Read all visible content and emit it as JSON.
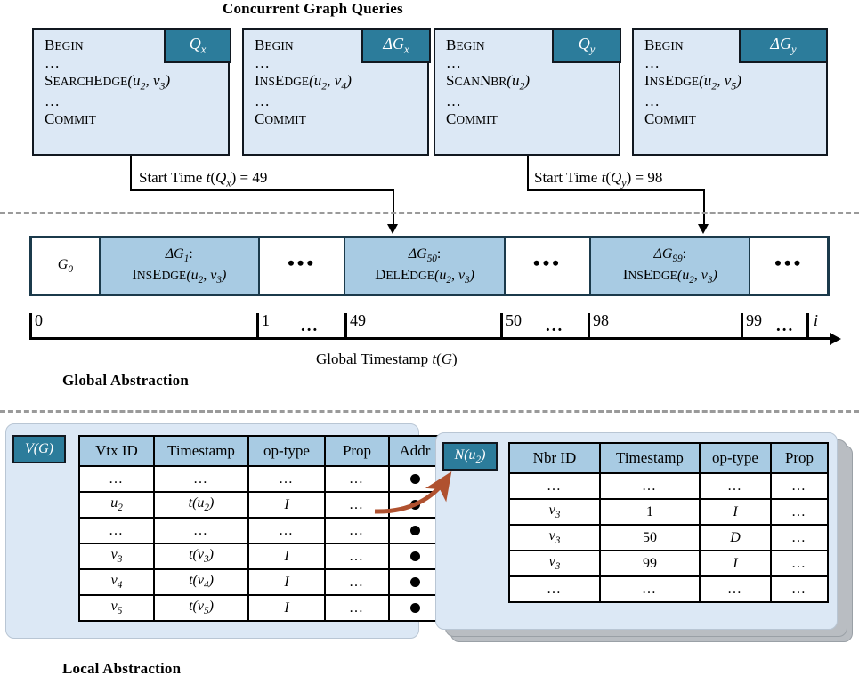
{
  "titles": {
    "top": "Concurrent Graph Queries",
    "global": "Global Abstraction",
    "local": "Local Abstraction"
  },
  "queries": [
    {
      "tag": "Q",
      "tag_sub": "x",
      "begin": "BEGIN",
      "dots1": "…",
      "op_caps": "S",
      "op_rest": "EARCH",
      "op_caps2": "E",
      "op_rest2": "DGE",
      "op_args": "(u2, v3)",
      "dots2": "…",
      "commit": "COMMIT"
    },
    {
      "tag": "ΔG",
      "tag_sub": "x",
      "begin": "BEGIN",
      "dots1": "…",
      "op_caps": "I",
      "op_rest": "NS",
      "op_caps2": "E",
      "op_rest2": "DGE",
      "op_args": "(u2, v4)",
      "dots2": "…",
      "commit": "COMMIT"
    },
    {
      "tag": "Q",
      "tag_sub": "y",
      "begin": "BEGIN",
      "dots1": "…",
      "op_caps": "S",
      "op_rest": "CAN",
      "op_caps2": "N",
      "op_rest2": "BR",
      "op_args": "(u2)",
      "dots2": "…",
      "commit": "COMMIT"
    },
    {
      "tag": "ΔG",
      "tag_sub": "y",
      "begin": "BEGIN",
      "dots1": "…",
      "op_caps": "I",
      "op_rest": "NS",
      "op_caps2": "E",
      "op_rest2": "DGE",
      "op_args": "(u2, v5)",
      "dots2": "…",
      "commit": "COMMIT"
    }
  ],
  "start_times": [
    {
      "label": "Start Time ",
      "func": "t(Qx)",
      "eq": " = 49",
      "value": 49
    },
    {
      "label": "Start Time ",
      "func": "t(Qy)",
      "eq": " = 98",
      "value": 98
    }
  ],
  "timeline": {
    "cells": [
      {
        "kind": "base",
        "l1": "G0",
        "l2": "",
        "filled": false
      },
      {
        "kind": "delta",
        "l1": "ΔG1:",
        "l2": "INSEDGE(u2, v3)",
        "filled": true
      },
      {
        "kind": "ellipsis",
        "l1": "•••",
        "l2": "",
        "filled": false
      },
      {
        "kind": "delta",
        "l1": "ΔG50:",
        "l2": "DELEDGE(u2, v3)",
        "filled": true
      },
      {
        "kind": "ellipsis",
        "l1": "•••",
        "l2": "",
        "filled": false
      },
      {
        "kind": "delta",
        "l1": "ΔG99:",
        "l2": "INSEDGE(u2, v3)",
        "filled": true
      },
      {
        "kind": "ellipsis",
        "l1": "•••",
        "l2": "",
        "filled": false
      }
    ]
  },
  "axis": {
    "caption_pre": "Global Timestamp ",
    "caption_func": "t(G)",
    "ticks": [
      "0",
      "1",
      "49",
      "50",
      "98",
      "99",
      "i"
    ],
    "dots": [
      "...",
      "...",
      "..."
    ]
  },
  "vtx_table": {
    "tag": "V(G)",
    "headers": [
      "Vtx ID",
      "Timestamp",
      "op-type",
      "Prop",
      "Addr"
    ],
    "rows": [
      {
        "id": "…",
        "ts": "…",
        "op": "…",
        "prop": "…",
        "addr": "dot"
      },
      {
        "id": "u2",
        "ts": "t(u2)",
        "op": "I",
        "prop": "…",
        "addr": "dot"
      },
      {
        "id": "…",
        "ts": "…",
        "op": "…",
        "prop": "…",
        "addr": "dot"
      },
      {
        "id": "v3",
        "ts": "t(v3)",
        "op": "I",
        "prop": "…",
        "addr": "dot"
      },
      {
        "id": "v4",
        "ts": "t(v4)",
        "op": "I",
        "prop": "…",
        "addr": "dot"
      },
      {
        "id": "v5",
        "ts": "t(v5)",
        "op": "I",
        "prop": "…",
        "addr": "dot"
      }
    ]
  },
  "nbr_table": {
    "tag": "N(u2)",
    "headers": [
      "Nbr ID",
      "Timestamp",
      "op-type",
      "Prop"
    ],
    "rows": [
      {
        "id": "…",
        "ts": "…",
        "op": "…",
        "prop": "…"
      },
      {
        "id": "v3",
        "ts": "1",
        "op": "I",
        "prop": "…"
      },
      {
        "id": "v3",
        "ts": "50",
        "op": "D",
        "prop": "…"
      },
      {
        "id": "v3",
        "ts": "99",
        "op": "I",
        "prop": "…"
      },
      {
        "id": "…",
        "ts": "…",
        "op": "…",
        "prop": "…"
      }
    ]
  },
  "colors": {
    "tag_teal": "#2c7c9b",
    "box_light": "#dce8f5",
    "fill_blue": "#a8cbe3",
    "stroke_dark": "#1b3a4b",
    "pointer_arrow": "#b0512f",
    "dash_gray": "#9a9a9a"
  }
}
